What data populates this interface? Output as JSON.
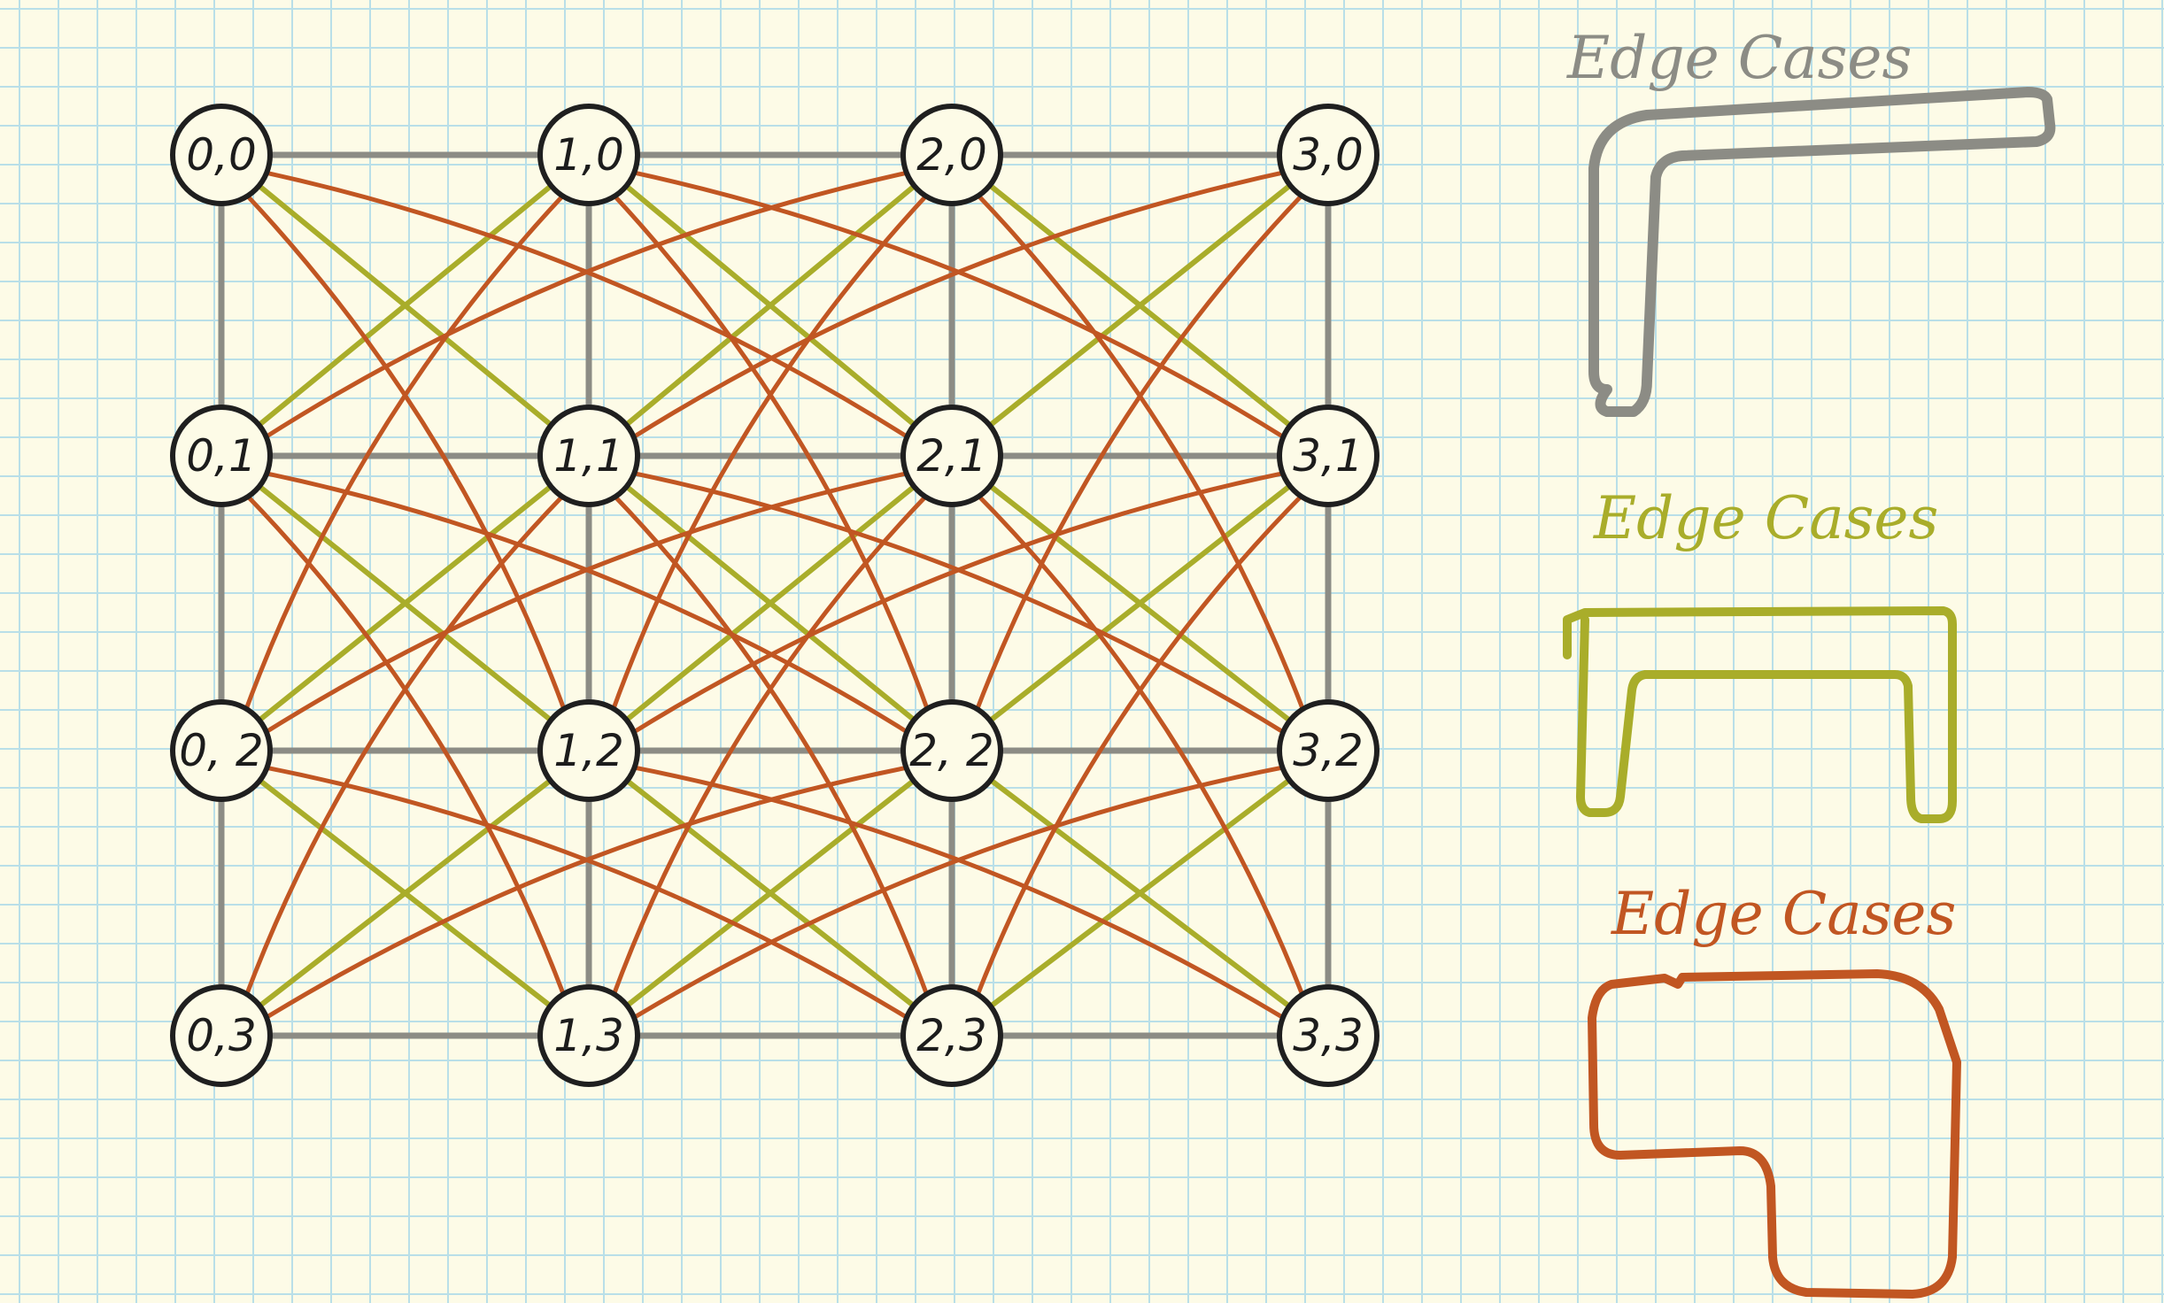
{
  "colors": {
    "paper": "#fdfbe7",
    "grid": "#b9dfe8",
    "node_stroke": "#1f1f1f",
    "gray": "#8c8c85",
    "olive": "#a9ad2a",
    "rust": "#c15622"
  },
  "nodes": [
    {
      "id": "0,0",
      "col": 0,
      "row": 0,
      "label": "0,0"
    },
    {
      "id": "1,0",
      "col": 1,
      "row": 0,
      "label": "1,0"
    },
    {
      "id": "2,0",
      "col": 2,
      "row": 0,
      "label": "2,0"
    },
    {
      "id": "3,0",
      "col": 3,
      "row": 0,
      "label": "3,0"
    },
    {
      "id": "0,1",
      "col": 0,
      "row": 1,
      "label": "0,1"
    },
    {
      "id": "1,1",
      "col": 1,
      "row": 1,
      "label": "1,1"
    },
    {
      "id": "2,1",
      "col": 2,
      "row": 1,
      "label": "2,1"
    },
    {
      "id": "3,1",
      "col": 3,
      "row": 1,
      "label": "3,1"
    },
    {
      "id": "0,2",
      "col": 0,
      "row": 2,
      "label": "0, 2"
    },
    {
      "id": "1,2",
      "col": 1,
      "row": 2,
      "label": "1,2"
    },
    {
      "id": "2,2",
      "col": 2,
      "row": 2,
      "label": "2, 2"
    },
    {
      "id": "3,2",
      "col": 3,
      "row": 2,
      "label": "3,2"
    },
    {
      "id": "0,3",
      "col": 0,
      "row": 3,
      "label": "0,3"
    },
    {
      "id": "1,3",
      "col": 1,
      "row": 3,
      "label": "1,3"
    },
    {
      "id": "2,3",
      "col": 2,
      "row": 3,
      "label": "2,3"
    },
    {
      "id": "3,3",
      "col": 3,
      "row": 3,
      "label": "3,3"
    }
  ],
  "edge_types": {
    "gray": "orthogonal neighbors",
    "olive": "diagonal neighbors",
    "rust": "knight-move neighbors"
  },
  "legend": [
    {
      "label": "Edge Cases",
      "color_key": "gray"
    },
    {
      "label": "Edge Cases",
      "color_key": "olive"
    },
    {
      "label": "Edge Cases",
      "color_key": "rust"
    }
  ]
}
